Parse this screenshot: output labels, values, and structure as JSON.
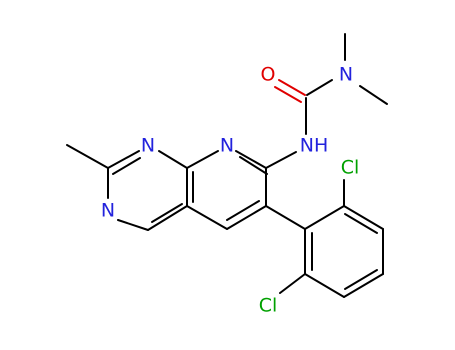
{
  "molecule": {
    "atoms": {
      "o": {
        "label": "O",
        "color": "#e00000"
      },
      "n_urea": {
        "label": "N",
        "color": "#2222dd"
      },
      "n_amide": {
        "label": "NH",
        "color": "#2222dd"
      },
      "n_ring_1": {
        "label": "N",
        "color": "#2222dd"
      },
      "n_ring_2": {
        "label": "N",
        "color": "#2222dd"
      },
      "n_ring_3": {
        "label": "N",
        "color": "#2222dd"
      },
      "cl_top": {
        "label": "Cl",
        "color": "#00a000"
      },
      "cl_bottom": {
        "label": "Cl",
        "color": "#00a000"
      }
    }
  }
}
